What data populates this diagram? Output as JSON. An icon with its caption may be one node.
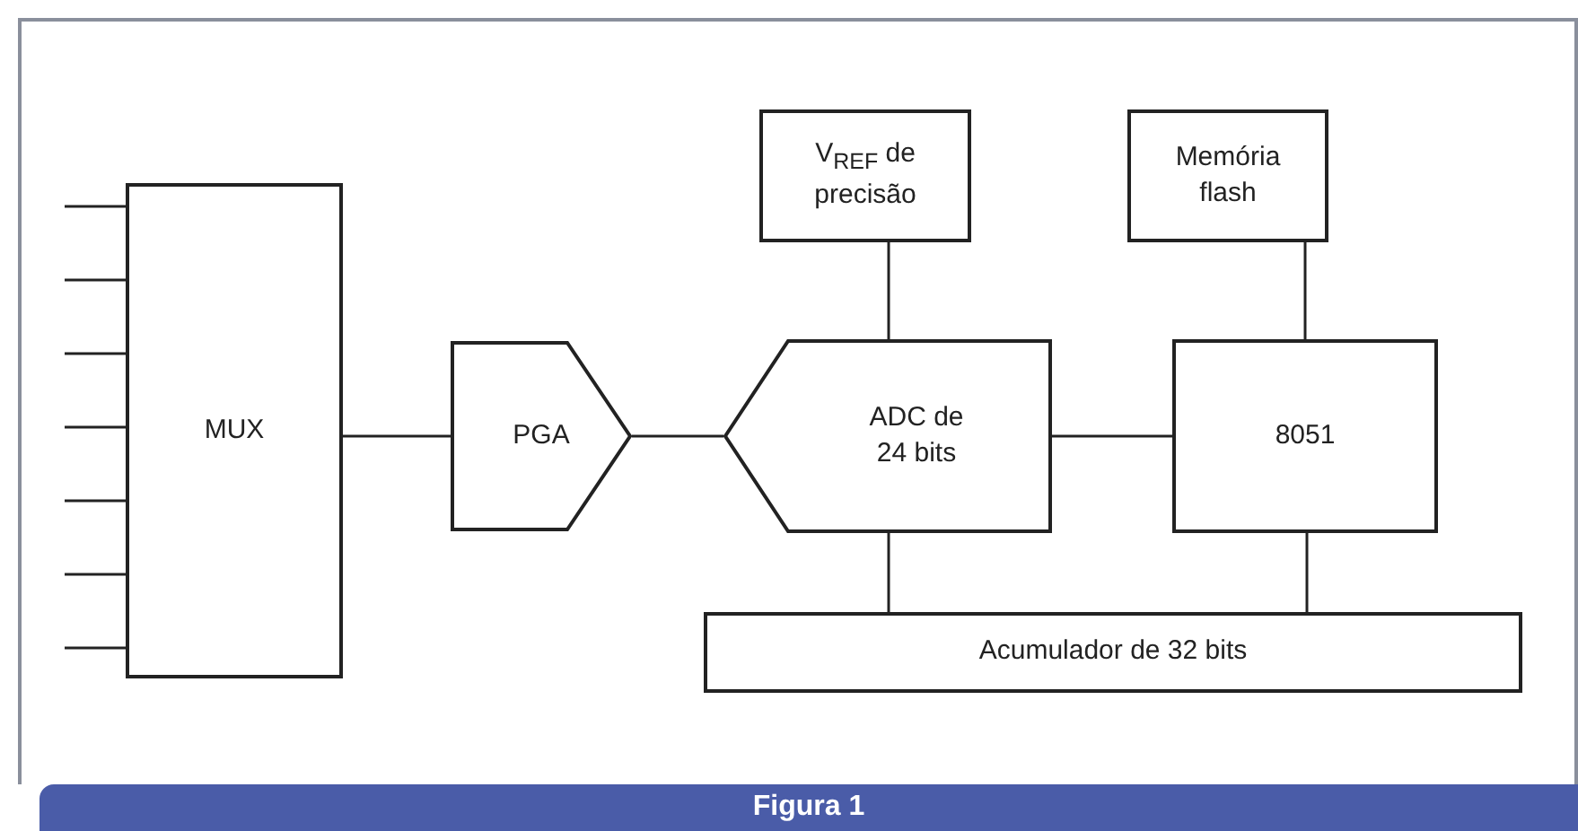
{
  "diagram": {
    "caption": "Figura 1",
    "nodes": [
      {
        "text": [
          "MUX"
        ]
      },
      {
        "text": [
          "PGA"
        ]
      },
      {
        "text": [
          "V$_{REF}$ de precisão"
        ]
      },
      {
        "text": [
          "ADC de 24 bits"
        ]
      },
      {
        "text": [
          "Memória flash"
        ]
      },
      {
        "text": [
          "8051"
        ]
      },
      {
        "text": [
          "Acumulador de 32 bits"
        ]
      }
    ],
    "edges": [
      {
        "from": null,
        "to": 0,
        "arrow": "none"
      },
      {
        "from": null,
        "to": 0,
        "arrow": "none"
      },
      {
        "from": null,
        "to": 0,
        "arrow": "none"
      },
      {
        "from": null,
        "to": 0,
        "arrow": "none"
      },
      {
        "from": null,
        "to": 0,
        "arrow": "none"
      },
      {
        "from": null,
        "to": 0,
        "arrow": "none"
      },
      {
        "from": null,
        "to": 0,
        "arrow": "none"
      },
      {
        "from": 0,
        "to": 1,
        "arrow": "none"
      },
      {
        "from": 1,
        "to": 3,
        "arrow": "none"
      },
      {
        "from": 2,
        "to": 3,
        "arrow": "none"
      },
      {
        "from": 3,
        "to": 5,
        "arrow": "none"
      },
      {
        "from": 4,
        "to": 5,
        "arrow": "none"
      },
      {
        "from": 3,
        "to": 6,
        "arrow": "none"
      },
      {
        "from": 5,
        "to": 6,
        "arrow": "none"
      }
    ]
  }
}
